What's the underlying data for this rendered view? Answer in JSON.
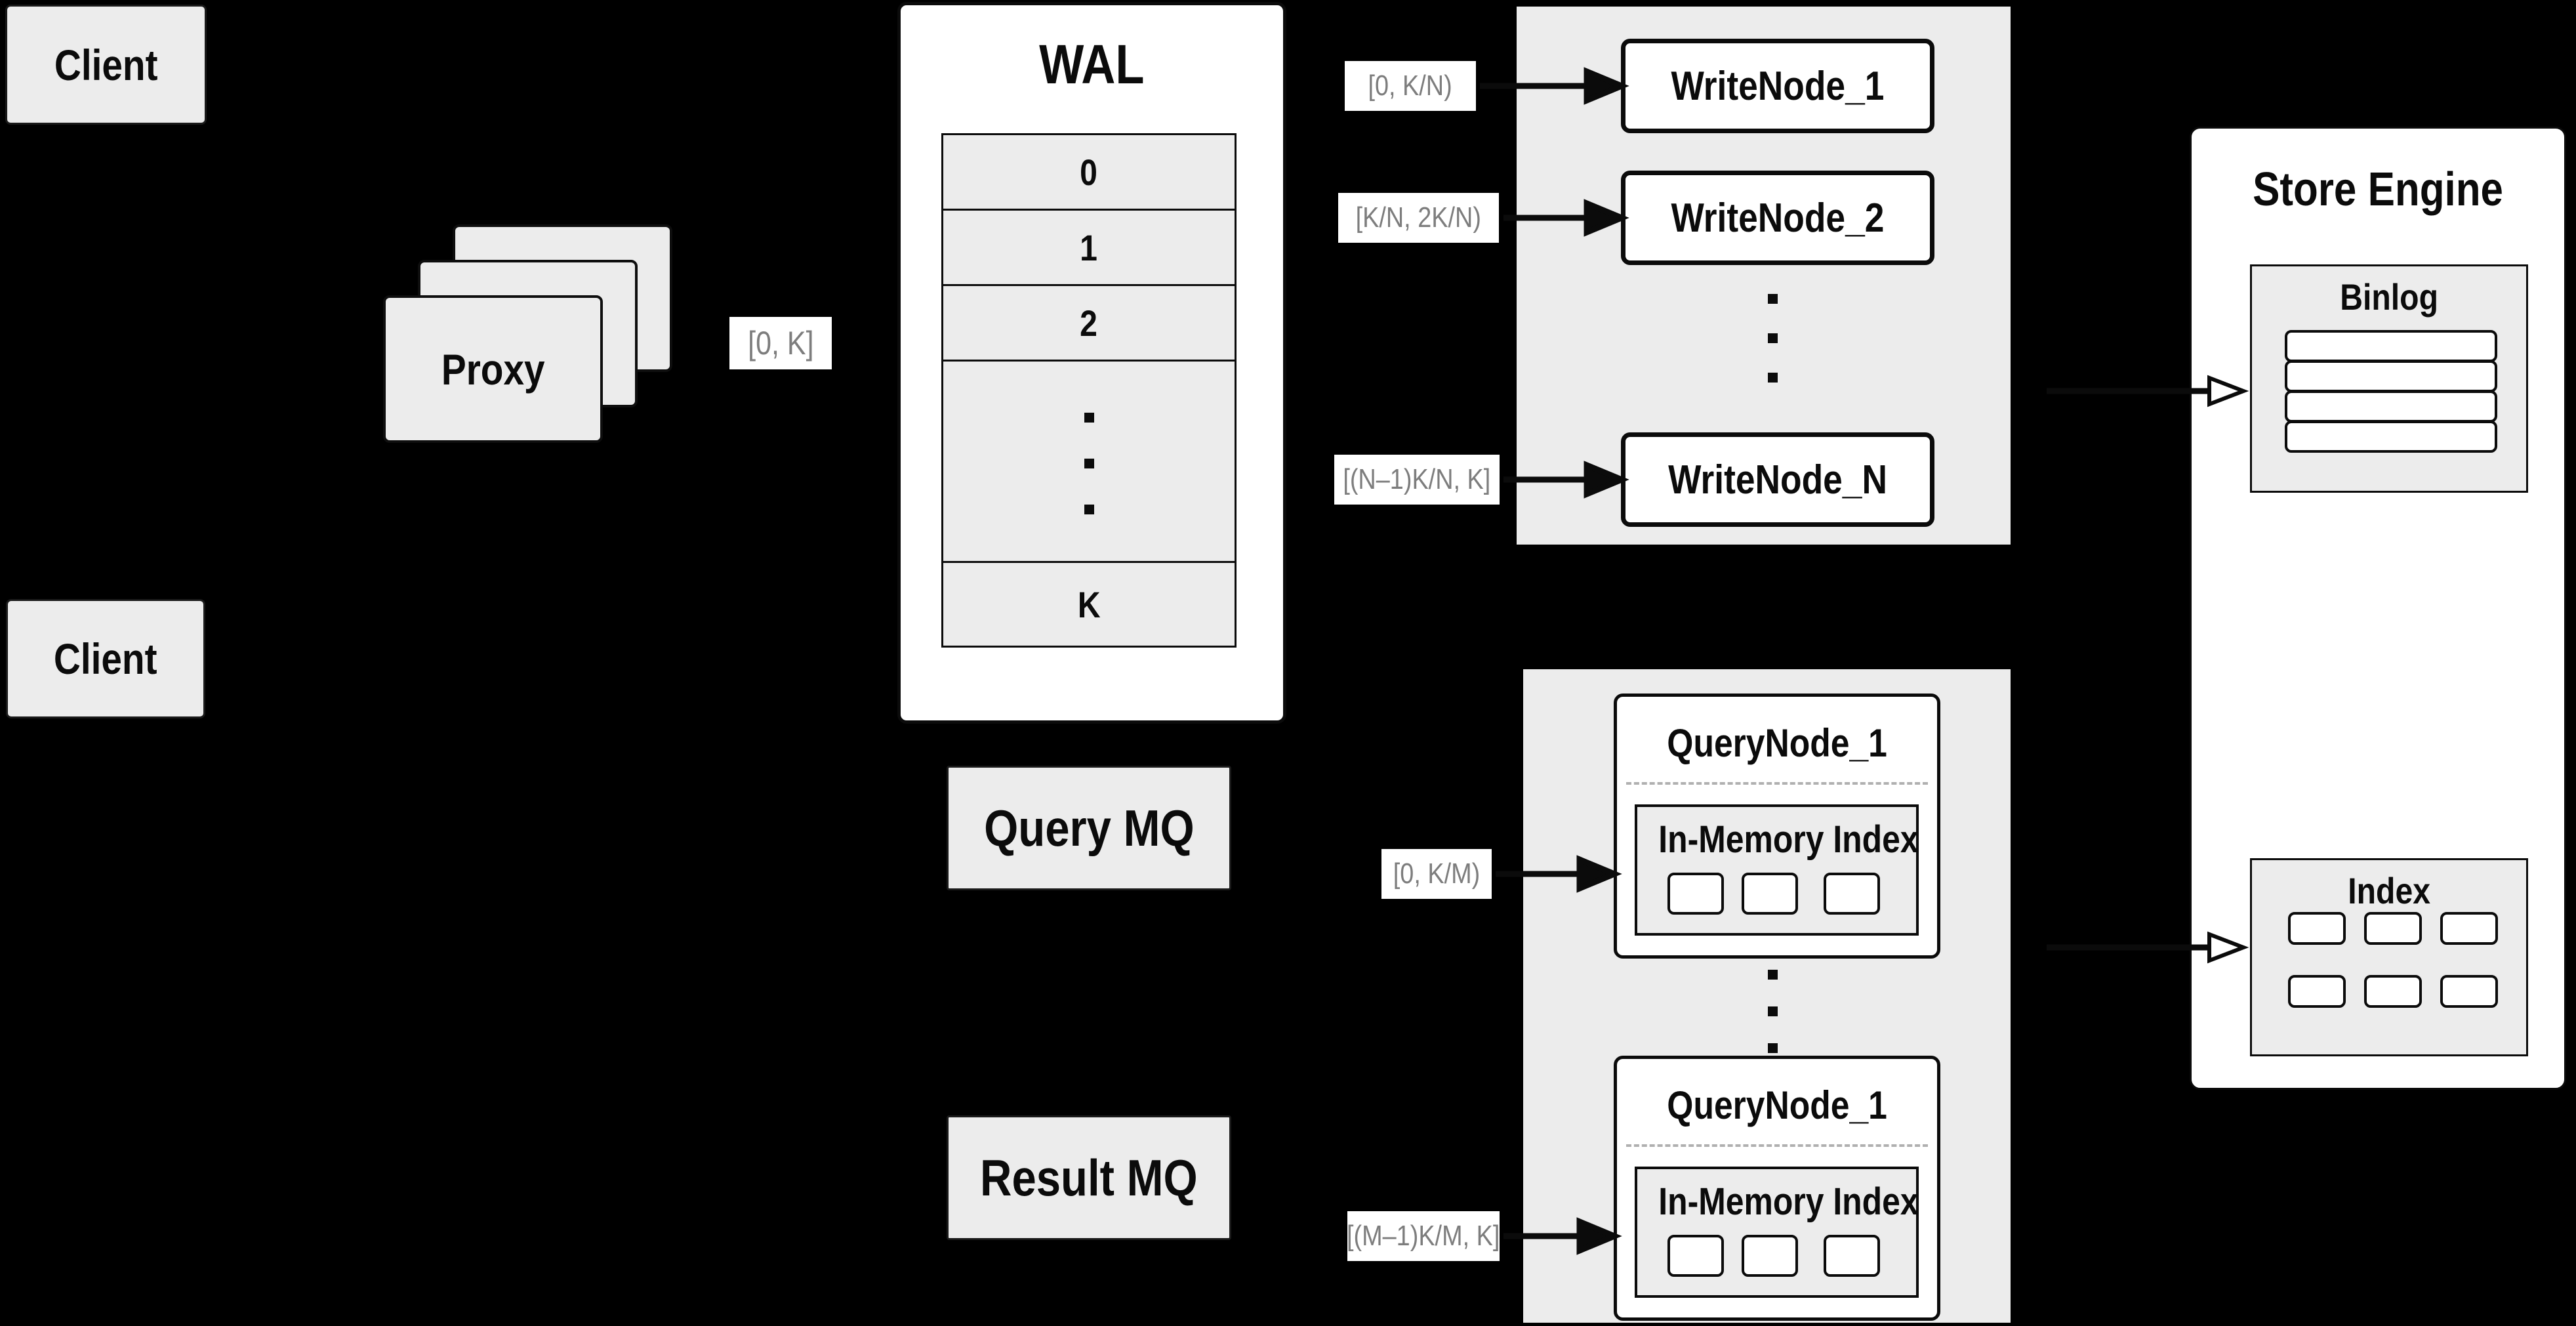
{
  "colors": {
    "background": "#000000",
    "panel_gray": "#ececec",
    "box_white": "#ffffff",
    "line_black": "#0b0b0b",
    "range_label_text": "#7d7d7d",
    "dashed_separator": "#b0b0b0"
  },
  "icons": {
    "vertical_ellipsis": "⋮"
  },
  "clients": {
    "top_label": "Client",
    "bottom_label": "Client"
  },
  "proxy": {
    "label": "Proxy",
    "output_range": "[0, K]"
  },
  "wal": {
    "title": "WAL",
    "segments": [
      "0",
      "1",
      "2"
    ],
    "last_segment": "K"
  },
  "write_section": {
    "ranges": [
      "[0, K/N)",
      "[K/N, 2K/N)",
      "[(N–1)K/N, K]"
    ],
    "nodes": [
      "WriteNode_1",
      "WriteNode_2",
      "WriteNode_N"
    ]
  },
  "store_engine": {
    "title": "Store Engine",
    "binlog": {
      "title": "Binlog"
    },
    "index": {
      "title": "Index"
    }
  },
  "query_section": {
    "query_mq": "Query MQ",
    "result_mq": "Result MQ",
    "ranges": [
      "[0, K/M)",
      "[(M–1)K/M, K]"
    ],
    "nodes": [
      {
        "title": "QueryNode_1",
        "inner": "In-Memory Index"
      },
      {
        "title": "QueryNode_1",
        "inner": "In-Memory Index"
      }
    ]
  }
}
